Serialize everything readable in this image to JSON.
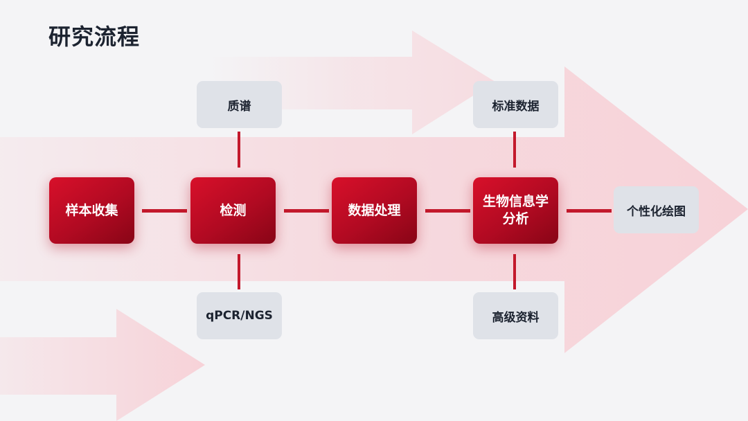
{
  "title": "研究流程",
  "colors": {
    "accent": "#c3192c",
    "main_box_dark": "#880516",
    "sub_box": "#dfe2e8",
    "background": "#f4f4f6",
    "arrow_tint": "#f7d2d8",
    "text_dark": "#1c2330"
  },
  "steps": [
    {
      "label": "样本收集"
    },
    {
      "label": "检测"
    },
    {
      "label": "数据处理"
    },
    {
      "label": "生物信息学分析"
    }
  ],
  "branches": {
    "detection_top": "质谱",
    "detection_bottom": "qPCR/NGS",
    "analysis_top": "标准数据",
    "analysis_bottom": "高级资料",
    "output": "个性化绘图"
  }
}
